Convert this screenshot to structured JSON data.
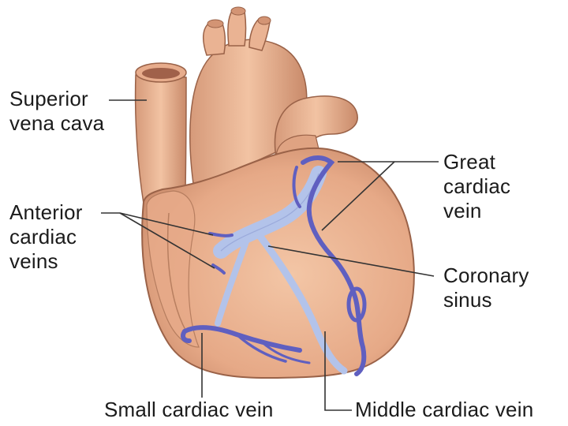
{
  "labels": {
    "superior_vena_cava": [
      "Superior",
      "vena cava"
    ],
    "anterior_cardiac_veins": [
      "Anterior",
      "cardiac",
      "veins"
    ],
    "great_cardiac_vein": [
      "Great",
      "cardiac",
      "vein"
    ],
    "coronary_sinus": [
      "Coronary",
      "sinus"
    ],
    "small_cardiac_vein": "Small cardiac vein",
    "middle_cardiac_vein": "Middle cardiac vein"
  },
  "colors": {
    "heart": "#e9b08f",
    "heart_shade": "#c98a6a",
    "vein_dark": "#5f5fc0",
    "vein_light": "#b3c3ea",
    "leader": "#333333"
  }
}
